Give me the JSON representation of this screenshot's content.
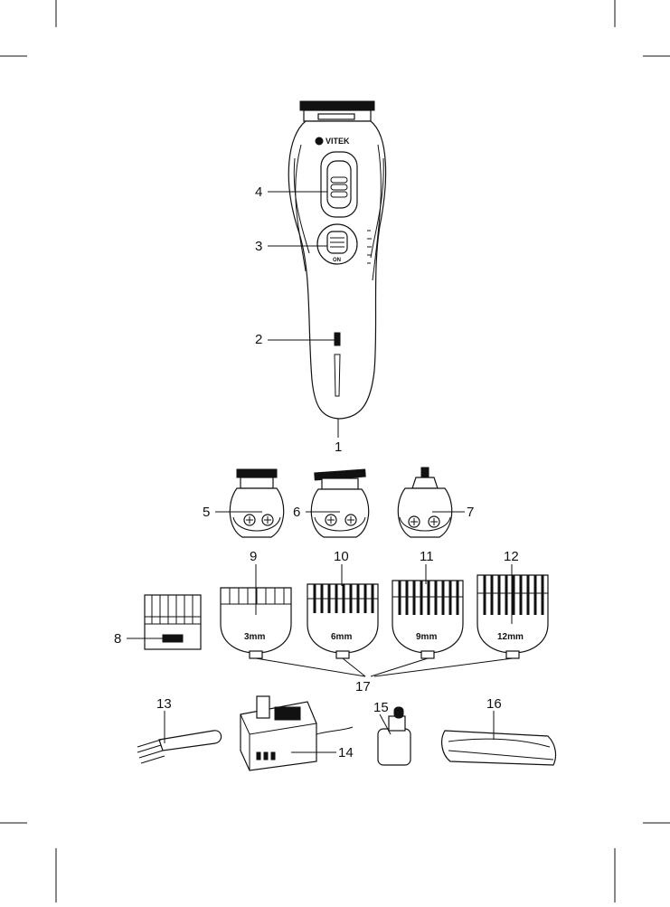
{
  "brand": {
    "logo_text": "VITEK",
    "switch_label": "ON"
  },
  "callouts": {
    "body": "1",
    "indicator": "2",
    "switch": "3",
    "length_adjuster": "4",
    "head_a": "5",
    "head_b": "6",
    "head_c": "7",
    "comb_small": "8",
    "comb_3": "9",
    "comb_6": "10",
    "comb_9": "11",
    "comb_12": "12",
    "brush": "13",
    "adapter": "14",
    "oil": "15",
    "pouch": "16",
    "comb_mark": "17"
  },
  "comb_sizes": {
    "c3": "3mm",
    "c6": "6mm",
    "c9": "9mm",
    "c12": "12mm"
  }
}
